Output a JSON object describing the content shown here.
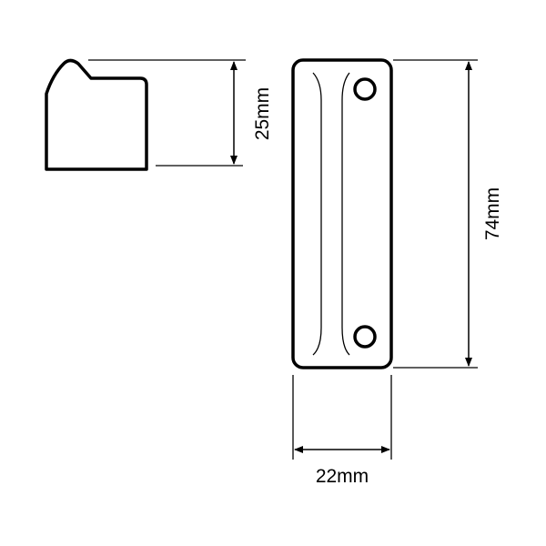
{
  "dimensions": {
    "height_side": "25mm",
    "length": "74mm",
    "width": "22mm"
  },
  "colors": {
    "line": "#000000",
    "background": "#ffffff"
  }
}
